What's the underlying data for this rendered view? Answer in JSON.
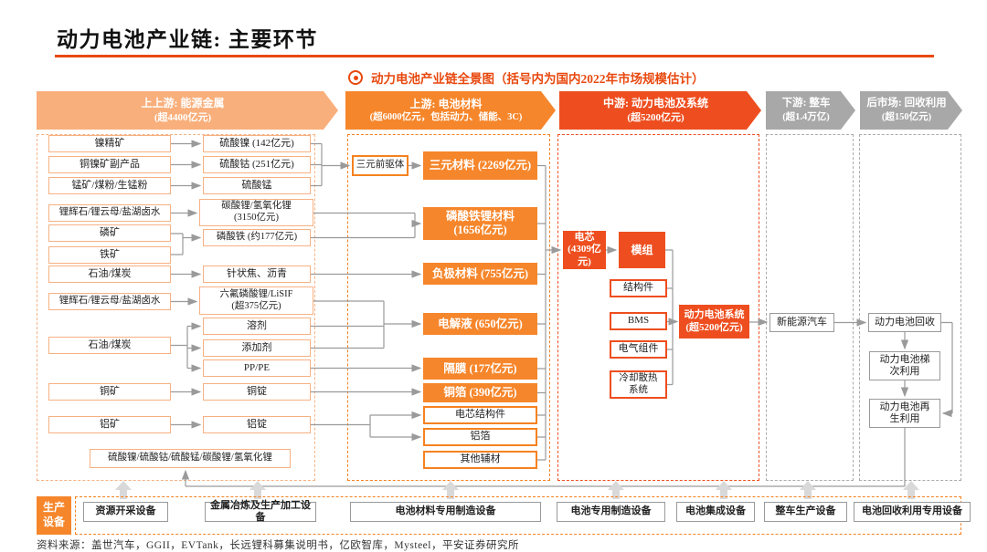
{
  "title": "动力电池产业链: 主要环节",
  "subtitle": "动力电池产业链全景图（括号内为国内2022年市场规模估计）",
  "colors": {
    "accent_red": "#E8490F",
    "orange_dark": "#EE4E1F",
    "orange": "#F6862B",
    "orange_light": "#F9AF7B",
    "gray_header": "#A8A8A8"
  },
  "headers": [
    {
      "l1": "上上游: 能源金属",
      "l2": "(超4400亿元)"
    },
    {
      "l1": "上游: 电池材料",
      "l2": "(超6000亿元，包括动力、储能、3C)"
    },
    {
      "l1": "中游: 动力电池及系统",
      "l2": "(超5200亿元)"
    },
    {
      "l1": "下游: 整车",
      "l2": "(超1.4万亿)"
    },
    {
      "l1": "后市场: 回收利用",
      "l2": "(超150亿元)"
    }
  ],
  "c1": {
    "src1": "镍精矿",
    "p1": "硫酸镍 (142亿元)",
    "src2": "铜镍矿副产品",
    "p2": "硫酸钴 (251亿元)",
    "src3": "锰矿/煤粉/生锰粉",
    "p3": "硫酸锰",
    "src4": "锂辉石/锂云母/盐湖卤水",
    "p4a": "碳酸锂/氢氧化锂",
    "p4b": "(3150亿元)",
    "src5": "磷矿",
    "src6": "铁矿",
    "p5": "磷酸铁 (约177亿元)",
    "src7": "石油/煤炭",
    "p7": "针状焦、沥青",
    "src8": "锂辉石/锂云母/盐湖卤水",
    "p8a": "六氟磷酸锂/LiSIF",
    "p8b": "(超375亿元)",
    "src9": "石油/煤炭",
    "p9a": "溶剂",
    "p9b": "添加剂",
    "p9c": "PP/PE",
    "src10": "铜矿",
    "p10": "铜锭",
    "src11": "铝矿",
    "p11": "铝锭",
    "recycle_box": "硫酸镍/硫酸钴/硫酸锰/碳酸锂/氢氧化锂"
  },
  "c2": {
    "precursor": "三元前驱体",
    "ternary": "三元材料 (2269亿元)",
    "lfp1": "磷酸铁锂材料",
    "lfp2": "(1656亿元)",
    "anode": "负极材料 (755亿元)",
    "electrolyte": "电解液 (650亿元)",
    "separator": "隔膜 (177亿元)",
    "copper_foil": "铜箔 (390亿元)",
    "cell_structure": "电芯结构件",
    "al_foil": "铝箔",
    "other": "其他辅材"
  },
  "c3": {
    "cell1": "电芯",
    "cell2": "(4309亿元)",
    "module": "模组",
    "structure": "结构件",
    "bms": "BMS",
    "electrical": "电气组件",
    "cooling": "冷却散热系统",
    "system1": "动力电池系统",
    "system2": "(超5200亿元)"
  },
  "c4": {
    "ev": "新能源汽车"
  },
  "c5": {
    "recycling": "动力电池回收",
    "echelon": "动力电池梯次利用",
    "regen": "动力电池再生利用"
  },
  "equipment": {
    "label": "生产设备",
    "items": [
      "资源开采设备",
      "金属冶炼及生产加工设备",
      "电池材料专用制造设备",
      "电池专用制造设备",
      "电池集成设备",
      "整车生产设备",
      "电池回收利用专用设备"
    ]
  },
  "footer": "资料来源：盖世汽车，GGII，EVTank，长远锂科募集说明书，亿欧智库，Mysteel，平安证券研究所"
}
